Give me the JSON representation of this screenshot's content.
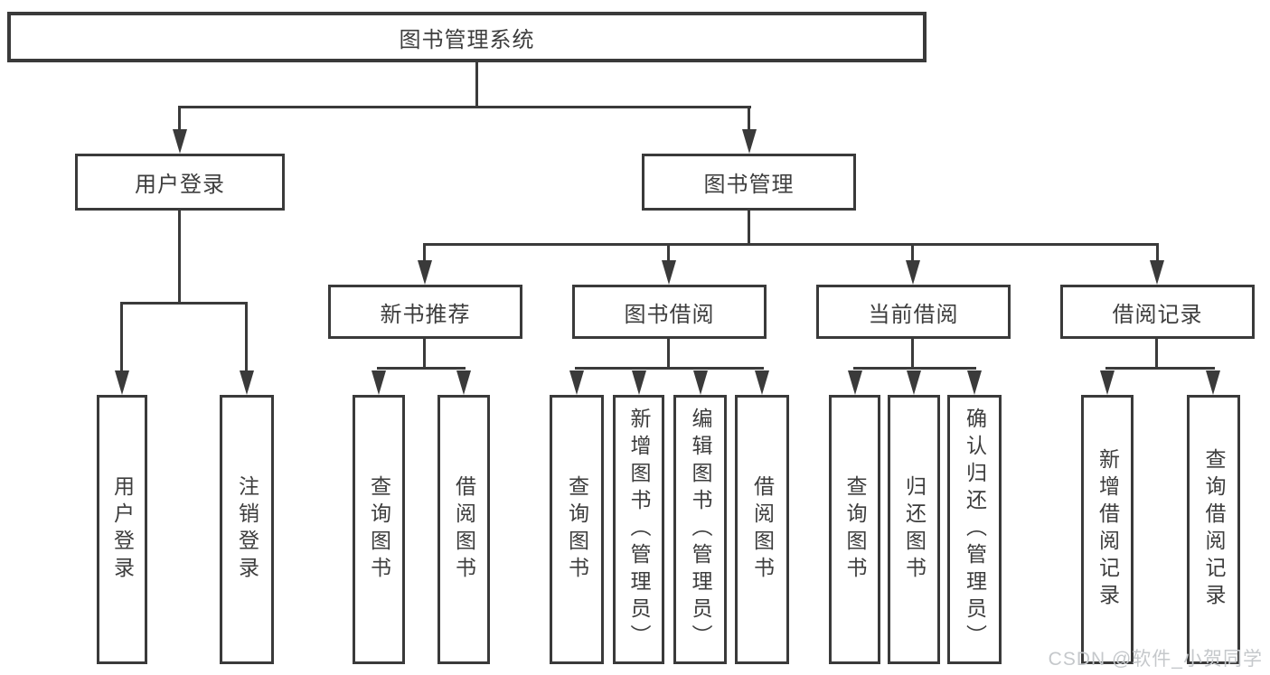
{
  "diagram_type": "functional-decomposition-tree",
  "colors": {
    "line": "#3a3a3a",
    "node_border": "#3a3a3a",
    "node_fill": "#ffffff",
    "text": "#3d3d3d",
    "background": "#ffffff",
    "watermark": "#c5c8cb"
  },
  "tree": {
    "label": "图书管理系统",
    "children": [
      {
        "label": "用户登录",
        "children": [
          {
            "label": "用户登录"
          },
          {
            "label": "注销登录"
          }
        ]
      },
      {
        "label": "图书管理",
        "children": [
          {
            "label": "新书推荐",
            "children": [
              {
                "label": "查询图书"
              },
              {
                "label": "借阅图书"
              }
            ]
          },
          {
            "label": "图书借阅",
            "children": [
              {
                "label": "查询图书"
              },
              {
                "label": "新增图书（管理员）"
              },
              {
                "label": "编辑图书（管理员）"
              },
              {
                "label": "借阅图书"
              }
            ]
          },
          {
            "label": "当前借阅",
            "children": [
              {
                "label": "查询图书"
              },
              {
                "label": "归还图书"
              },
              {
                "label": "确认归还（管理员）"
              }
            ]
          },
          {
            "label": "借阅记录",
            "children": [
              {
                "label": "新增借阅记录"
              },
              {
                "label": "查询借阅记录"
              }
            ]
          }
        ]
      }
    ]
  },
  "watermark": {
    "text": "CSDN @软件_小贺同学"
  }
}
